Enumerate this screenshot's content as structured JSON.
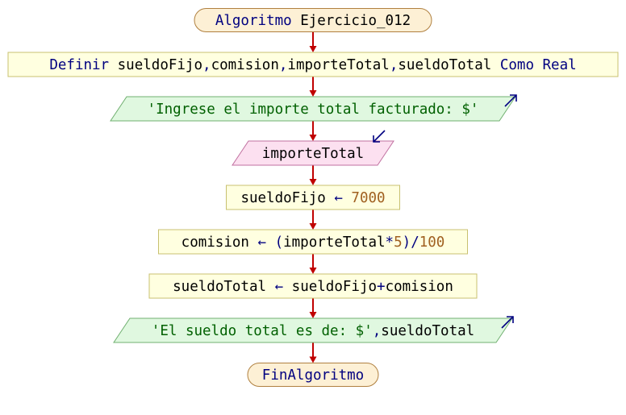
{
  "colors": {
    "terminal_fill": "#fdf0d5",
    "terminal_stroke": "#b08040",
    "process_fill": "#ffffe0",
    "process_stroke": "#c8c070",
    "output_fill": "#e0f8e0",
    "output_stroke": "#70b070",
    "input_fill": "#fce0f0",
    "input_stroke": "#c070a0",
    "arrow": "#c00000",
    "keyword": "#000080",
    "identifier": "#000000",
    "string": "#006000",
    "number": "#a06020",
    "operator": "#000080",
    "io_arrow": "#000080"
  },
  "nodes": [
    {
      "id": "start",
      "type": "terminal",
      "tokens": [
        {
          "text": "Algoritmo",
          "style": "keyword"
        },
        {
          "text": " Ejercicio_012",
          "style": "identifier"
        }
      ]
    },
    {
      "id": "define",
      "type": "process",
      "tokens": [
        {
          "text": "Definir",
          "style": "keyword"
        },
        {
          "text": " sueldoFijo",
          "style": "identifier"
        },
        {
          "text": ",",
          "style": "operator"
        },
        {
          "text": "comision",
          "style": "identifier"
        },
        {
          "text": ",",
          "style": "operator"
        },
        {
          "text": "importeTotal",
          "style": "identifier"
        },
        {
          "text": ",",
          "style": "operator"
        },
        {
          "text": "sueldoTotal",
          "style": "identifier"
        },
        {
          "text": " Como Real",
          "style": "keyword"
        }
      ]
    },
    {
      "id": "write1",
      "type": "output",
      "tokens": [
        {
          "text": "'Ingrese el importe total facturado: $'",
          "style": "string"
        }
      ]
    },
    {
      "id": "read1",
      "type": "input",
      "tokens": [
        {
          "text": "importeTotal",
          "style": "identifier"
        }
      ]
    },
    {
      "id": "assign1",
      "type": "process",
      "tokens": [
        {
          "text": "sueldoFijo",
          "style": "identifier"
        },
        {
          "text": " ← ",
          "style": "operator"
        },
        {
          "text": "7000",
          "style": "number"
        }
      ]
    },
    {
      "id": "assign2",
      "type": "process",
      "tokens": [
        {
          "text": "comision",
          "style": "identifier"
        },
        {
          "text": " ← ",
          "style": "operator"
        },
        {
          "text": "(",
          "style": "operator"
        },
        {
          "text": "importeTotal",
          "style": "identifier"
        },
        {
          "text": "*",
          "style": "operator"
        },
        {
          "text": "5",
          "style": "number"
        },
        {
          "text": ")",
          "style": "operator"
        },
        {
          "text": "/",
          "style": "operator"
        },
        {
          "text": "100",
          "style": "number"
        }
      ]
    },
    {
      "id": "assign3",
      "type": "process",
      "tokens": [
        {
          "text": "sueldoTotal",
          "style": "identifier"
        },
        {
          "text": " ← ",
          "style": "operator"
        },
        {
          "text": "sueldoFijo",
          "style": "identifier"
        },
        {
          "text": "+",
          "style": "operator"
        },
        {
          "text": "comision",
          "style": "identifier"
        }
      ]
    },
    {
      "id": "write2",
      "type": "output",
      "tokens": [
        {
          "text": "'El sueldo total es de: $'",
          "style": "string"
        },
        {
          "text": ",",
          "style": "operator"
        },
        {
          "text": "sueldoTotal",
          "style": "identifier"
        }
      ]
    },
    {
      "id": "end",
      "type": "terminal",
      "tokens": [
        {
          "text": "FinAlgoritmo",
          "style": "keyword"
        }
      ]
    }
  ]
}
